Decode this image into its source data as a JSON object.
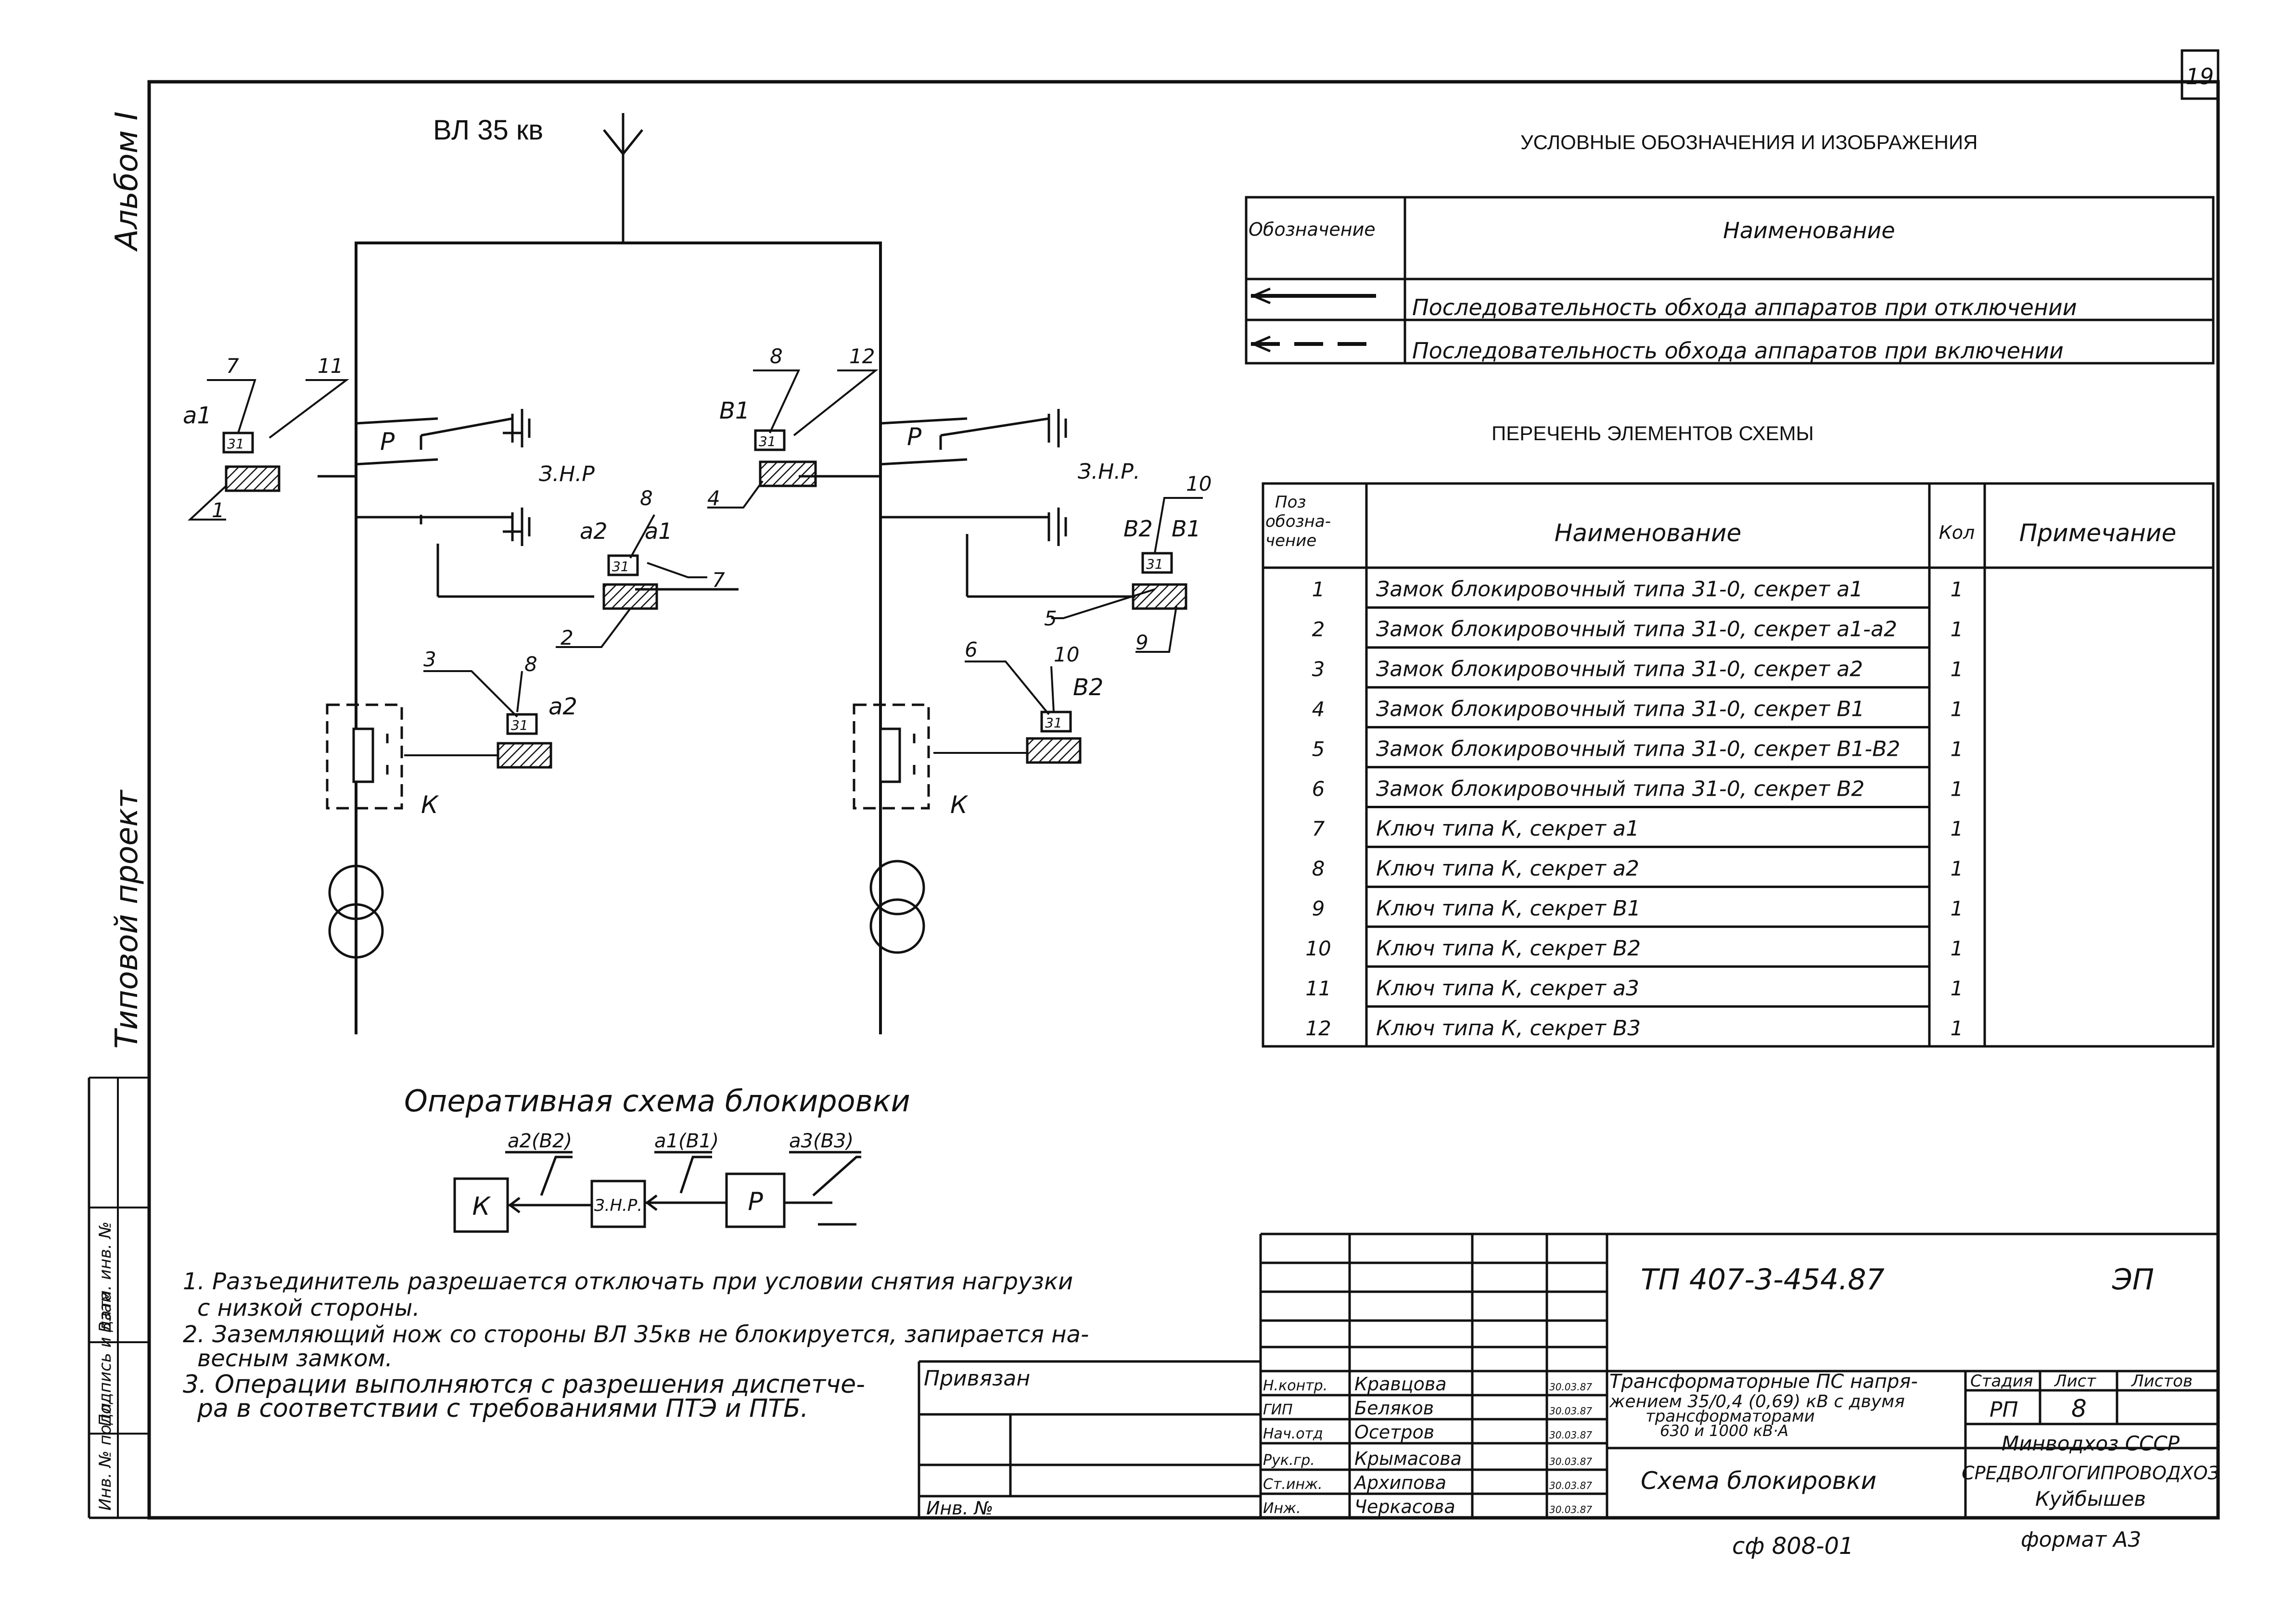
{
  "sheet": {
    "page_number": "19",
    "side_album": "Альбом I",
    "side_project": "Типовой проект",
    "side_stamp": [
      "Инв. № подл.",
      "Подпись и дата",
      "Взам. инв. №"
    ]
  },
  "diagram": {
    "line_label": "ВЛ 35 кв",
    "left": {
      "lock_top": "31",
      "lock_top_secret": "a1",
      "lock_top_callouts": [
        "7",
        "11",
        "1"
      ],
      "disconnector_label": "Р",
      "zn_label": "З.Н.Р",
      "lock_mid": "31",
      "lock_mid_secrets": [
        "a2",
        "a1"
      ],
      "lock_mid_callouts": [
        "8",
        "7",
        "2"
      ],
      "lock_bot": "31",
      "lock_bot_secret": "a2",
      "lock_bot_callouts": [
        "3",
        "8"
      ],
      "breaker_label": "К"
    },
    "right": {
      "lock_top": "31",
      "lock_top_secret": "В1",
      "lock_top_callouts": [
        "8",
        "12",
        "4"
      ],
      "disconnector_label": "Р",
      "zn_label": "З.Н.Р.",
      "lock_mid": "31",
      "lock_mid_secrets": [
        "В2",
        "В1"
      ],
      "lock_mid_callouts": [
        "10",
        "5",
        "9"
      ],
      "lock_bot": "31",
      "lock_bot_secret": "В2",
      "lock_bot_callouts": [
        "6",
        "10"
      ],
      "breaker_label": "К"
    }
  },
  "operative": {
    "title": "Оперативная схема блокировки",
    "blocks": [
      "К",
      "З.Н.Р.",
      "Р"
    ],
    "keys": [
      "a2(B2)",
      "a1(B1)",
      "a3(B3)"
    ]
  },
  "legend": {
    "title": "УСЛОВНЫЕ ОБОЗНАЧЕНИЯ И ИЗОБРАЖЕНИЯ",
    "col_symbol": "Обозначение",
    "col_name": "Наименование",
    "rows": [
      "Последовательность обхода аппаратов при отключении",
      "Последовательность обхода аппаратов при включении"
    ]
  },
  "elements": {
    "title": "ПЕРЕЧЕНЬ ЭЛЕМЕНТОВ СХЕМЫ",
    "headers": [
      "Поз. обозна-чение",
      "Наименование",
      "Кол",
      "Примечание"
    ],
    "rows": [
      [
        "1",
        "Замок блокировочный типа 31-0, секрет а1",
        "1"
      ],
      [
        "2",
        "Замок блокировочный типа 31-0, секрет а1-а2",
        "1"
      ],
      [
        "3",
        "Замок блокировочный типа 31-0, секрет а2",
        "1"
      ],
      [
        "4",
        "Замок блокировочный типа 31-0, секрет В1",
        "1"
      ],
      [
        "5",
        "Замок блокировочный типа 31-0, секрет В1-В2",
        "1"
      ],
      [
        "6",
        "Замок блокировочный типа 31-0, секрет В2",
        "1"
      ],
      [
        "7",
        "Ключ типа К, секрет а1",
        "1"
      ],
      [
        "8",
        "Ключ типа К, секрет а2",
        "1"
      ],
      [
        "9",
        "Ключ типа К, секрет В1",
        "1"
      ],
      [
        "10",
        "Ключ типа К, секрет В2",
        "1"
      ],
      [
        "11",
        "Ключ типа К, секрет а3",
        "1"
      ],
      [
        "12",
        "Ключ типа К, секрет В3",
        "1"
      ]
    ]
  },
  "notes": [
    "1. Разъединитель разрешается отключать при условии снятия нагрузки",
    "с низкой стороны.",
    "2. Заземляющий нож со стороны ВЛ 35кв не блокируется, запирается на-",
    "весным замком.",
    "3. Операции выполняются с разрешения диспетче-",
    "ра в соответствии с требованиями ПТЭ и ПТБ."
  ],
  "title_block": {
    "privyazan": "Привязан",
    "inv_no": "Инв. №",
    "doc_code": "ТП 407-3-454.87",
    "doc_mark": "ЭП",
    "roles": [
      [
        "Н.контр.",
        "Кравцова",
        "30.03.87"
      ],
      [
        "ГИП",
        "Беляков",
        "30.03.87"
      ],
      [
        "Нач.отд",
        "Осетров",
        "30.03.87"
      ],
      [
        "Рук.гр.",
        "Крымасова",
        "30.03.87"
      ],
      [
        "Ст.инж.",
        "Архипова",
        "30.03.87"
      ],
      [
        "Инж.",
        "Черкасова",
        "30.03.87"
      ]
    ],
    "object_name": [
      "Трансформаторные ПС напря-",
      "жением 35/0,4 (0,69) кВ с двумя",
      "трансформаторами",
      "630 и 1000 кВ·А"
    ],
    "stage_h": "Стадия",
    "sheet_h": "Лист",
    "sheets_h": "Листов",
    "stage": "РП",
    "sheet_no": "8",
    "drawing_name": "Схема блокировки",
    "org": [
      "Минводхоз СССР",
      "СРЕДВОЛГОГИПРОВОДХОЗ",
      "Куйбышев"
    ],
    "inv_bottom": "сф 808-01",
    "format": "формат А3"
  }
}
